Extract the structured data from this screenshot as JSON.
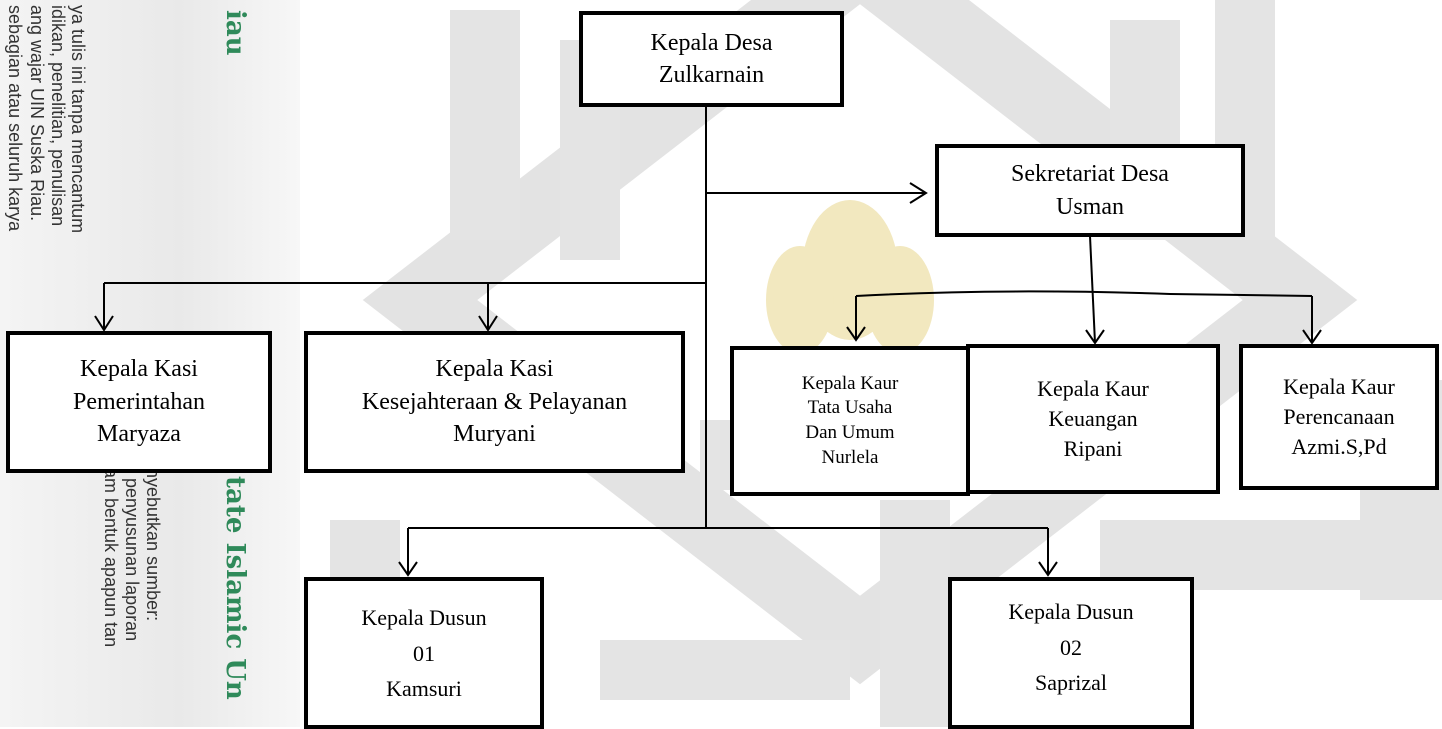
{
  "watermark": {
    "side_lines": [
      "ya tulis ini tanpa mencantum",
      "idikan, penelitian, penulisan",
      "ang wajar UIN Suska Riau.",
      "sebagian atau seluruh karya"
    ],
    "side_lines_lower": [
      "nyebutkan sumber:",
      ", penyusunan laporan",
      "am bentuk apapun tan"
    ],
    "brand_top": "iau",
    "brand_bottom": "tate Islamic Un",
    "colors": {
      "brand_green": "#2f8a5a",
      "emblem_gray": "#e2e2e2",
      "emblem_gold": "#f1e6b8"
    }
  },
  "org_chart": {
    "head": {
      "title": "Kepala Desa",
      "name": "Zulkarnain"
    },
    "secretariat": {
      "title": "Sekretariat Desa",
      "name": "Usman"
    },
    "kasi": [
      {
        "lines": [
          "Kepala Kasi",
          "Pemerintahan",
          "Maryaza"
        ]
      },
      {
        "lines": [
          "Kepala Kasi",
          "Kesejahteraan & Pelayanan",
          "Muryani"
        ]
      }
    ],
    "kaur": [
      {
        "lines": [
          "Kepala Kaur",
          "Tata Usaha",
          "Dan Umum",
          "Nurlela"
        ]
      },
      {
        "lines": [
          "Kepala Kaur",
          "Keuangan",
          "Ripani"
        ]
      },
      {
        "lines": [
          "Kepala Kaur",
          "Perencanaan",
          "Azmi.S,Pd"
        ]
      }
    ],
    "dusun": [
      {
        "lines": [
          "Kepala Dusun",
          "01",
          "Kamsuri"
        ]
      },
      {
        "lines": [
          "Kepala Dusun",
          "02",
          "Saprizal"
        ]
      }
    ]
  }
}
